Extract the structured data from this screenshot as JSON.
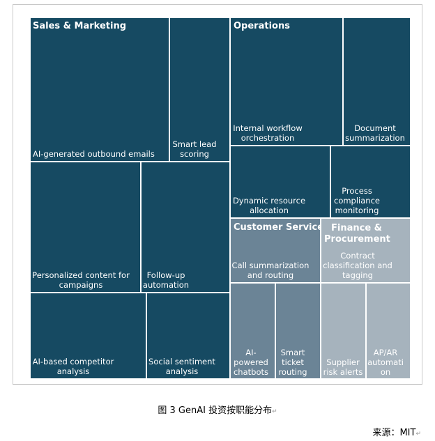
{
  "colors": {
    "dark": "#164a62",
    "mid": "#6b8496",
    "light": "#a6b3bd",
    "divider": "#ffffff",
    "text": "#ffffff"
  },
  "groups": [
    {
      "name": "Sales & Marketing",
      "tone": "dark",
      "cells": [
        {
          "label": "AI-generated outbound emails"
        },
        {
          "label": "Smart lead scoring"
        },
        {
          "label": "Personalized content for campaigns"
        },
        {
          "label": "Follow-up automation"
        },
        {
          "label": "AI-based competitor analysis"
        },
        {
          "label": "Social sentiment analysis"
        }
      ]
    },
    {
      "name": "Operations",
      "tone": "dark",
      "cells": [
        {
          "label": "Internal workflow orchestration"
        },
        {
          "label": "Document summarization"
        },
        {
          "label": "Dynamic resource allocation"
        },
        {
          "label": "Process compliance monitoring"
        }
      ]
    },
    {
      "name": "Customer Service",
      "tone": "mid",
      "cells": [
        {
          "label": "Call summarization and routing"
        },
        {
          "label": "AI-powered chatbots"
        },
        {
          "label": "Smart ticket routing"
        }
      ]
    },
    {
      "name": "Finance & Procurement",
      "tone": "light",
      "cells": [
        {
          "label": "Contract classification and tagging"
        },
        {
          "label": "Supplier risk alerts"
        },
        {
          "label": "AP/AR automation"
        }
      ]
    }
  ],
  "caption": "图 3 GenAI 投资按职能分布",
  "source": "来源：MIT"
}
